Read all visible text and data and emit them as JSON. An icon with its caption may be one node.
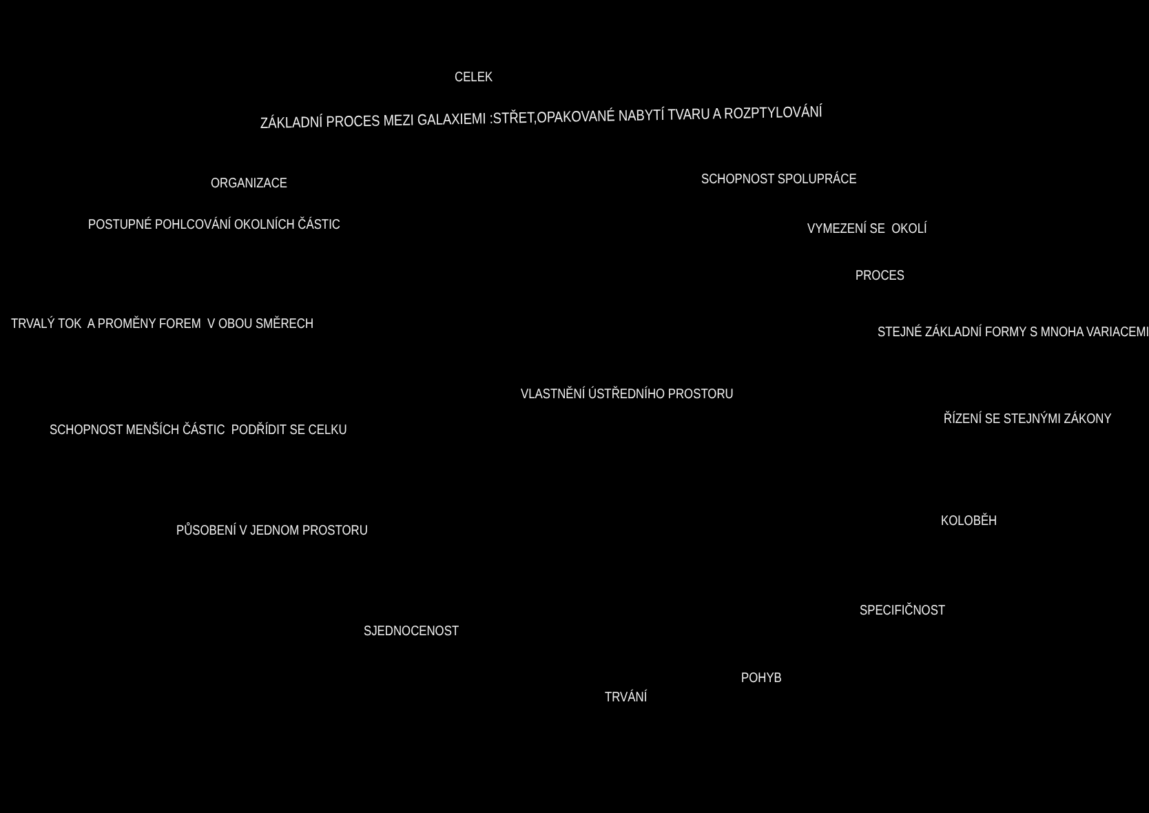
{
  "diagram": {
    "labels": [
      "CELEK",
      "ZÁKLADNÍ PROCES MEZI GALAXIEMI :STŘET,OPAKOVANÉ NABYTÍ TVARU A ROZPTYLOVÁNÍ",
      "SCHOPNOST SPOLUPRÁCE",
      "ORGANIZACE",
      "POSTUPNÉ POHLCOVÁNÍ OKOLNÍCH ČÁSTIC",
      "VYMEZENÍ SE  OKOLÍ",
      "PROCES",
      "TRVALÝ TOK  A PROMĚNY FOREM  V OBOU SMĚRECH",
      "STEJNÉ ZÁKLADNÍ FORMY S MNOHA VARIACEMI",
      "VLASTNĚNÍ ÚSTŘEDNÍHO PROSTORU",
      "ŘÍZENÍ SE STEJNÝMI ZÁKONY",
      "SCHOPNOST MENŠÍCH ČÁSTIC  PODŘÍDIT SE CELKU",
      "KOLOBĚH",
      "PŮSOBENÍ V JEDNOM PROSTORU",
      "SPECIFIČNOST",
      "SJEDNOCENOST",
      "POHYB",
      "TRVÁNÍ"
    ]
  }
}
